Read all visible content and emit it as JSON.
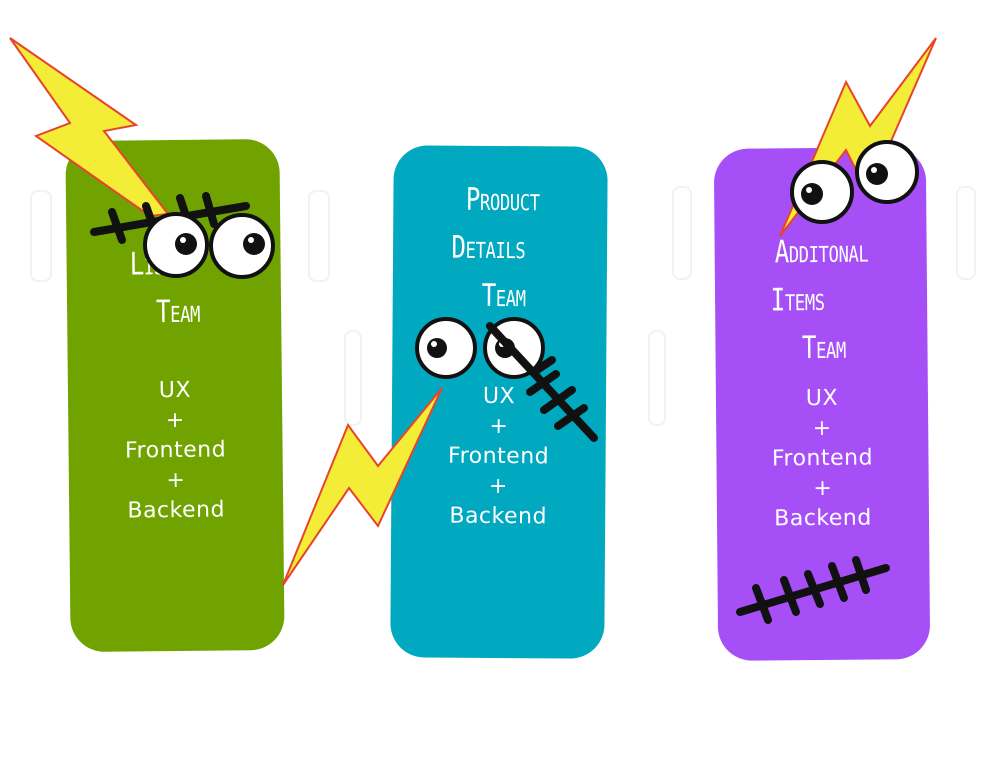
{
  "colors": {
    "list_team": "#70a300",
    "product_team": "#00a9bf",
    "additional_team": "#a64ff7",
    "bolt_fill": "#f4ed38",
    "bolt_stroke": "#e8432c",
    "stitch": "#111111"
  },
  "cards": [
    {
      "id": "list",
      "title_lines": [
        "List",
        "Team"
      ],
      "roles": [
        "UX",
        "+",
        "Frontend",
        "+",
        "Backend"
      ]
    },
    {
      "id": "product",
      "title_lines": [
        "Product",
        "Details",
        "Team"
      ],
      "roles": [
        "UX",
        "+",
        "Frontend",
        "+",
        "Backend"
      ]
    },
    {
      "id": "additional",
      "title_lines": [
        "Additonal",
        "Items",
        "Team"
      ],
      "roles": [
        "UX",
        "+",
        "Frontend",
        "+",
        "Backend"
      ]
    }
  ],
  "decorations": [
    "lightning-bolt-icon",
    "googly-eyes-icon",
    "stitches-icon"
  ]
}
